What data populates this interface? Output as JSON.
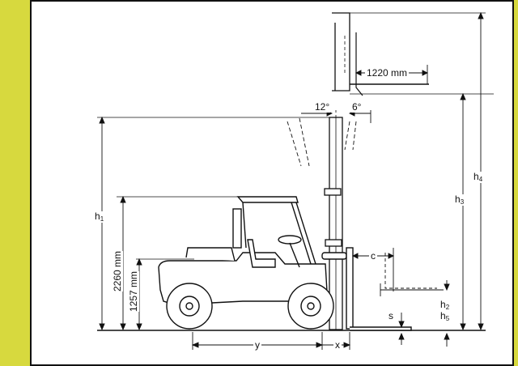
{
  "labels": {
    "fork_length": "1220 mm",
    "tilt_back": "12°",
    "tilt_forward": "6°",
    "h1": "h",
    "h1_sub": "1",
    "h2": "h",
    "h2_sub": "2",
    "h3": "h",
    "h3_sub": "3",
    "h4": "h",
    "h4_sub": "4",
    "h5": "h",
    "h5_sub": "5",
    "overall_height": "2260 mm",
    "seat_height": "1257 mm",
    "c": "c",
    "s": "s",
    "x": "x",
    "y": "y"
  }
}
